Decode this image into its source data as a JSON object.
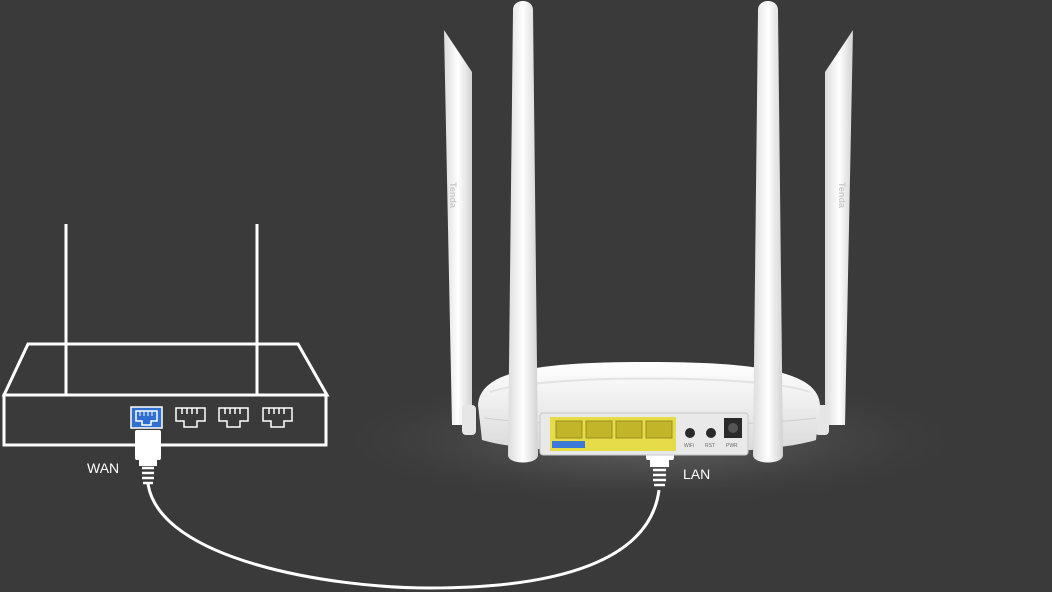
{
  "labels": {
    "wan": "WAN",
    "lan": "LAN"
  },
  "router": {
    "brand": "Tenda",
    "rear_labels": {
      "wifi": "WiFi",
      "rst": "RST",
      "pwr": "PWR"
    }
  },
  "colors": {
    "background": "#3a3a3a",
    "outline": "#ffffff",
    "wan_port": "#2f6fd0",
    "lan_ports": "#e8dc3c",
    "router_body": "#f2f2f2"
  }
}
